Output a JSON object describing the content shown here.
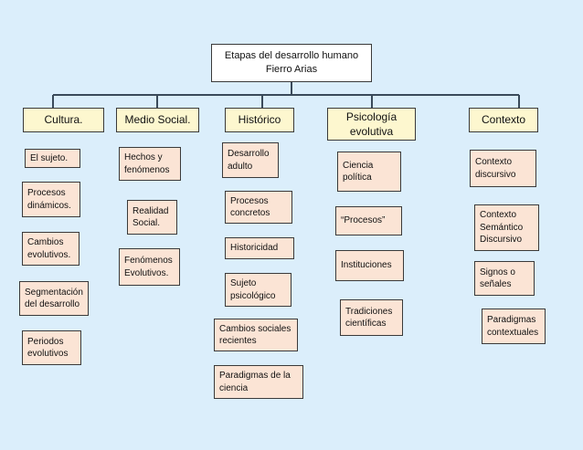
{
  "root": {
    "line1": "Etapas del desarrollo humano",
    "line2": "Fierro Arias"
  },
  "columns": [
    {
      "title": "Cultura.",
      "items": [
        "El sujeto.",
        "Procesos dinámicos.",
        "Cambios evolutivos.",
        "Segmentación del desarrollo",
        "Periodos evolutivos"
      ]
    },
    {
      "title": "Medio Social.",
      "items": [
        "Hechos y fenómenos",
        "Realidad Social.",
        "Fenómenos Evolutivos."
      ]
    },
    {
      "title": "Histórico",
      "items": [
        "Desarrollo adulto",
        "Procesos concretos",
        "Historicidad",
        "Sujeto psicológico",
        "Cambios sociales recientes",
        "Paradigmas de la ciencia"
      ]
    },
    {
      "title": "Psicología evolutiva",
      "items": [
        "Ciencia política",
        "“Procesos”",
        "Instituciones",
        "Tradiciones científicas"
      ]
    },
    {
      "title": "Contexto",
      "items": [
        "Contexto discursivo",
        "Contexto Semántico Discursivo",
        "Signos o señales",
        "Paradigmas contextuales"
      ]
    }
  ],
  "colors": {
    "background": "#dbeefb",
    "category_fill": "#fdf7cf",
    "item_fill": "#fbe4d5",
    "line": "#3a4a5a"
  }
}
